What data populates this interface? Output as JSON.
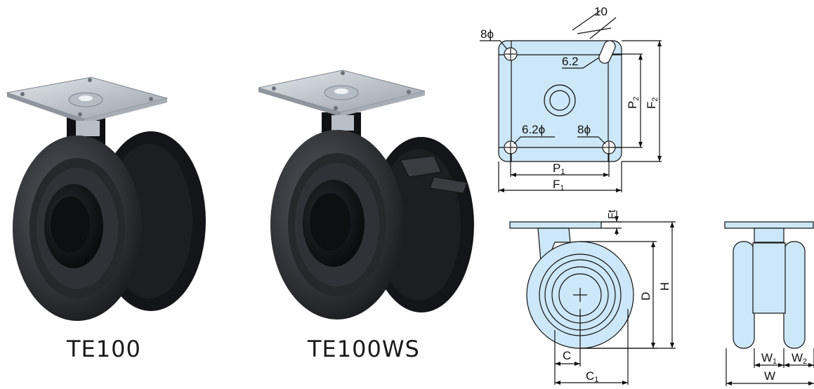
{
  "products": [
    {
      "model": "TE100"
    },
    {
      "model": "TE100WS"
    }
  ],
  "plate_view": {
    "labels": {
      "slot_width": "10",
      "hole_top_left": "8ϕ",
      "slot_dia": "6.2",
      "hole_bottom_left": "6.2ϕ",
      "hole_bottom_right": "8ϕ",
      "p1": "P",
      "p1_sub": "1",
      "f1": "F",
      "f1_sub": "1",
      "p2": "P",
      "p2_sub": "2",
      "f2": "F",
      "f2_sub": "2"
    }
  },
  "side_view": {
    "labels": {
      "ft": "Ft",
      "d": "D",
      "h": "H",
      "c": "C",
      "c1": "C",
      "c1_sub": "1"
    }
  },
  "front_view": {
    "labels": {
      "w1": "W",
      "w1_sub": "1",
      "w2": "W",
      "w2_sub": "2",
      "w": "W"
    }
  },
  "colors": {
    "diagram_fill": "#cce7f7",
    "line": "#111111",
    "plate_metal": "#c9ced4",
    "wheel_dark": "#1e1f22"
  }
}
